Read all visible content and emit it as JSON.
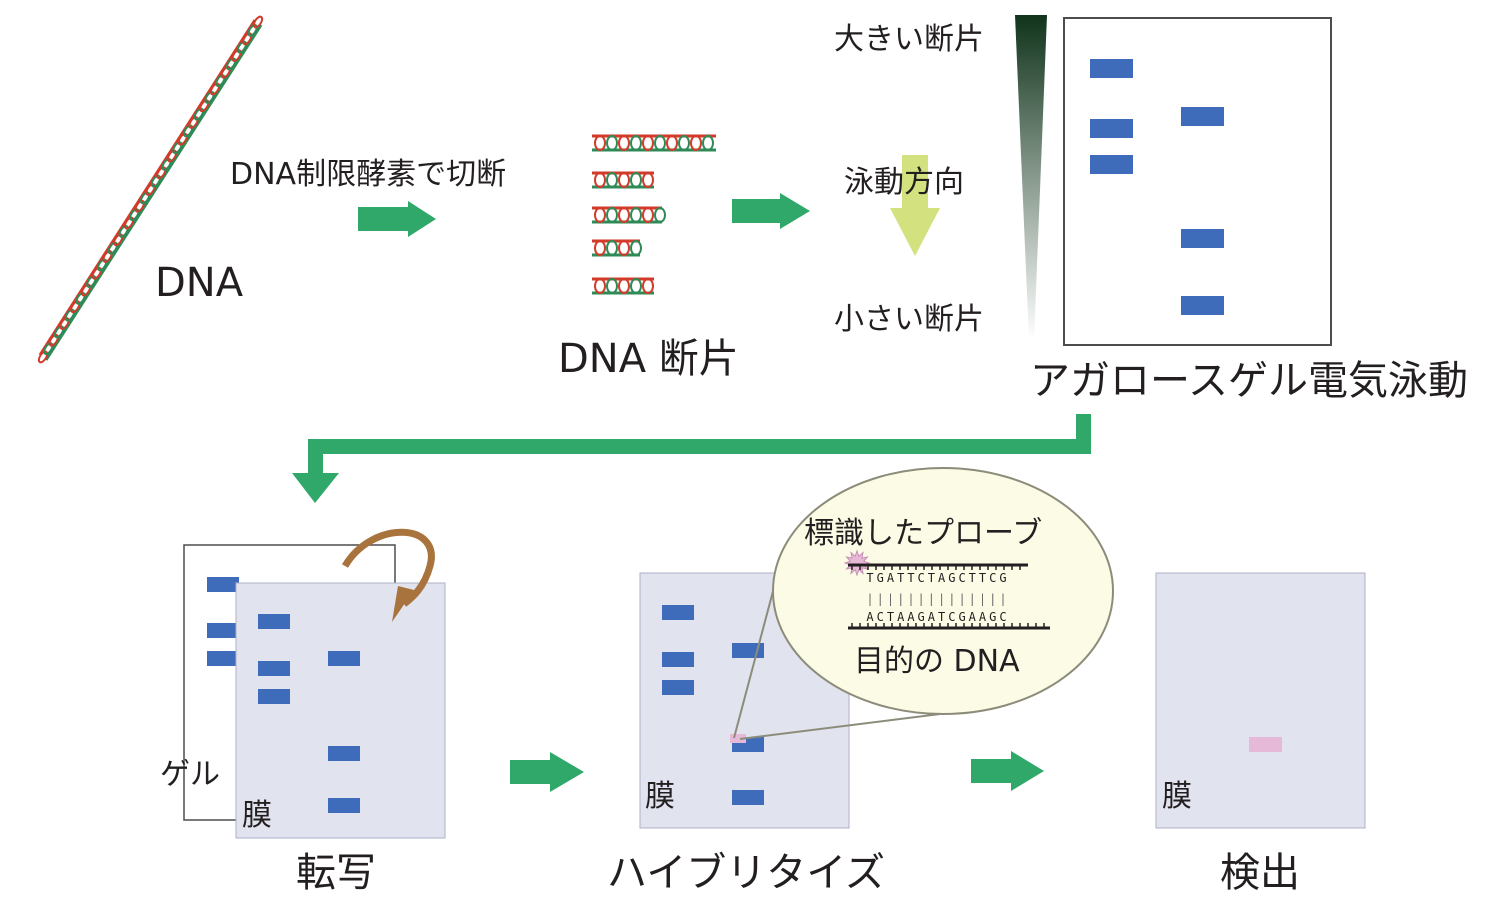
{
  "labels": {
    "dna": "DNA",
    "cut_step": "DNA制限酵素で切断",
    "fragments": "DNA 断片",
    "large_fragment": "大きい断片",
    "migration_direction": "泳動方向",
    "small_fragment": "小さい断片",
    "agarose": "アガロースゲル電気泳動",
    "gel": "ゲル",
    "membrane": "膜",
    "transfer": "転写",
    "hybridize": "ハイブリタイズ",
    "detection": "検出",
    "probe": "標識したプローブ",
    "target_dna": "目的の DNA"
  },
  "probe_sequence": "TGATTCTAGCTTCG",
  "target_sequence": "ACTAAGATCGAAGC",
  "base_pairing": "||||||||||||||",
  "colors": {
    "arrow": "#2fa86a",
    "band": "#3f6cba",
    "membrane": "#e1e3ef",
    "probe_signal": "#e6b9d8",
    "bubble": "#fbfbe6",
    "migration_arrow": "#d3e27f",
    "transfer_arrow": "#a8733c",
    "gradient_top": "#10331b",
    "strand_red": "#d23a2a",
    "strand_green": "#2e8b57"
  }
}
